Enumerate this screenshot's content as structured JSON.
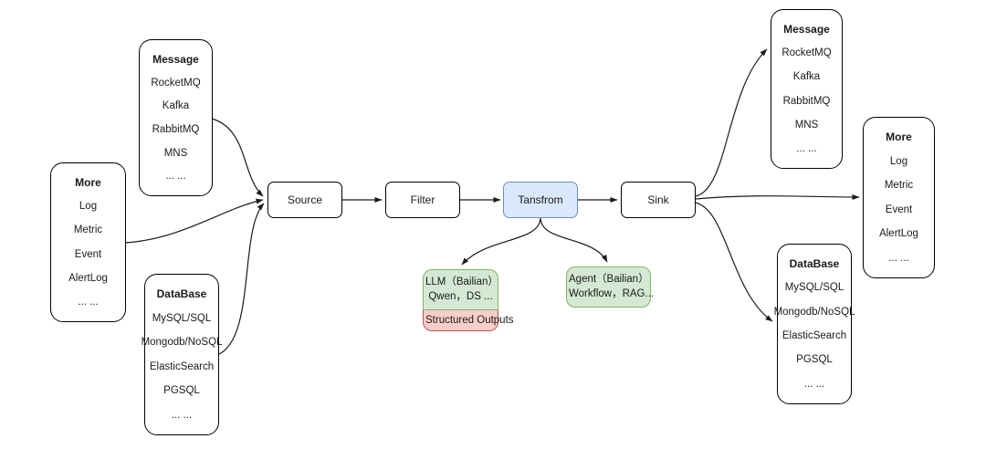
{
  "colors": {
    "transform_fill": "#dae8fc",
    "transform_border": "#6c8ebf",
    "ai_fill": "#d5e8d4",
    "ai_border": "#82b366",
    "badge_fill": "#f8cecc",
    "badge_border": "#b85450",
    "wire": "#1a1a1a"
  },
  "left_groups": [
    {
      "title": "Message",
      "items": [
        "RocketMQ",
        "Kafka",
        "RabbitMQ",
        "MNS",
        "... ..."
      ]
    },
    {
      "title": "More",
      "items": [
        "Log",
        "Metric",
        "Event",
        "AlertLog",
        "... ..."
      ]
    },
    {
      "title": "DataBase",
      "items": [
        "MySQL/SQL",
        "Mongodb/NoSQL",
        "ElasticSearch",
        "PGSQL",
        "... ..."
      ]
    }
  ],
  "pipeline": [
    {
      "label": "Source"
    },
    {
      "label": "Filter"
    },
    {
      "label": "Tansfrom"
    },
    {
      "label": "Sink"
    }
  ],
  "ai_nodes": [
    {
      "lines": [
        "LLM（Bailian）",
        "Qwen，DS ..."
      ],
      "badge": "Structured Outputs"
    },
    {
      "lines": [
        "Agent（Bailian）",
        "Workflow，RAG..."
      ]
    }
  ],
  "right_groups": [
    {
      "title": "Message",
      "items": [
        "RocketMQ",
        "Kafka",
        "RabbitMQ",
        "MNS",
        "... ..."
      ]
    },
    {
      "title": "More",
      "items": [
        "Log",
        "Metric",
        "Event",
        "AlertLog",
        "... ..."
      ]
    },
    {
      "title": "DataBase",
      "items": [
        "MySQL/SQL",
        "Mongodb/NoSQL",
        "ElasticSearch",
        "PGSQL",
        "... ..."
      ]
    }
  ]
}
